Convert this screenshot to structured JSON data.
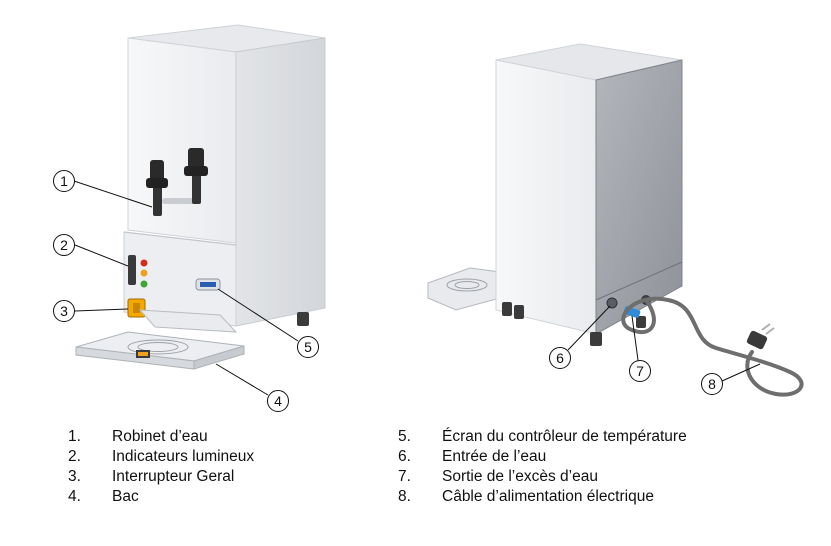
{
  "callouts": [
    "1",
    "2",
    "3",
    "4",
    "5",
    "6",
    "7",
    "8"
  ],
  "legend": {
    "left": [
      {
        "num": "1.",
        "text": "Robinet d’eau"
      },
      {
        "num": "2.",
        "text": "Indicateurs lumineux"
      },
      {
        "num": "3.",
        "text": "Interrupteur Geral"
      },
      {
        "num": "4.",
        "text": "Bac"
      }
    ],
    "right": [
      {
        "num": "5.",
        "text": "Écran du contrôleur de température"
      },
      {
        "num": "6.",
        "text": "Entrée de l’eau"
      },
      {
        "num": "7.",
        "text": "Sortie de l’excès d’eau"
      },
      {
        "num": "8.",
        "text": "Câble d’alimentation électrique"
      }
    ]
  },
  "colors": {
    "body_front": "#f1f2f4",
    "body_side": "#dcdee2",
    "back_panel": "#9ea2a8",
    "tap": "#2a2a2a",
    "led_red": "#d62b1f",
    "led_amber": "#f0a020",
    "led_green": "#3fa535",
    "switch": "#f6a800",
    "display": "#2a5fb0",
    "outlet_blue": "#2e8bd8",
    "cable": "#6e6e6e"
  }
}
